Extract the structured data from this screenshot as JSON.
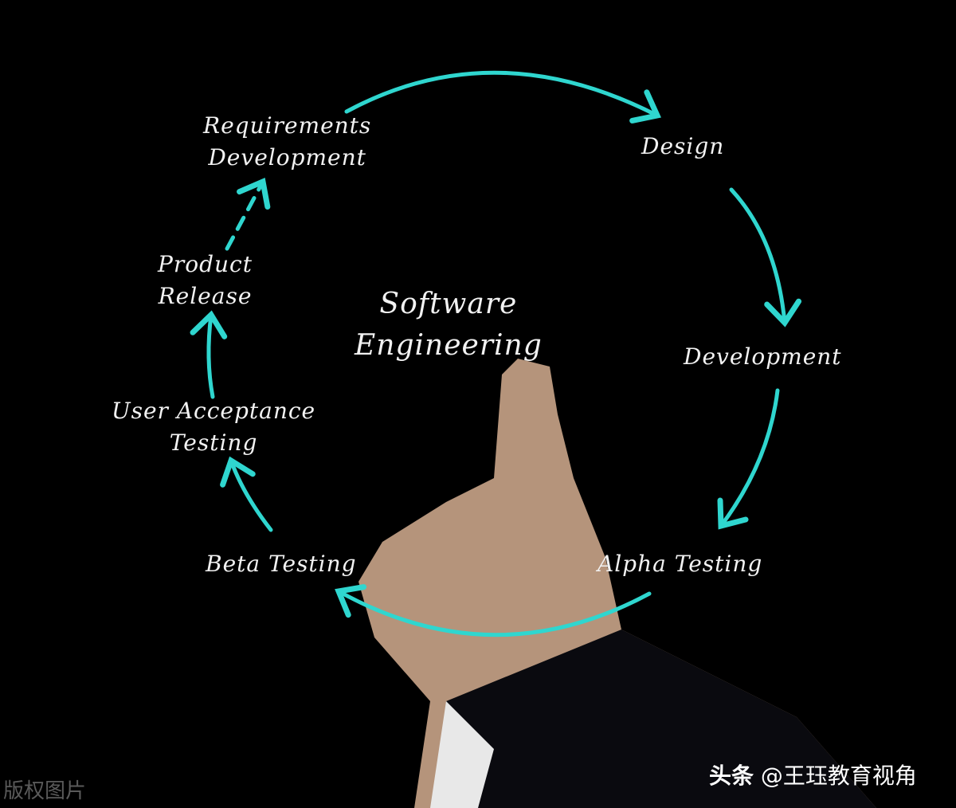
{
  "diagram": {
    "title_line1": "Software",
    "title_line2": "Engineering",
    "accent_color": "#2fd6cf",
    "nodes": [
      {
        "id": "requirements",
        "line1": "Requirements",
        "line2": "Development"
      },
      {
        "id": "design",
        "line1": "Design"
      },
      {
        "id": "development",
        "line1": "Development"
      },
      {
        "id": "alpha",
        "line1": "Alpha Testing"
      },
      {
        "id": "beta",
        "line1": "Beta Testing"
      },
      {
        "id": "uat",
        "line1": "User Acceptance",
        "line2": "Testing"
      },
      {
        "id": "release",
        "line1": "Product",
        "line2": "Release"
      }
    ],
    "edges": [
      {
        "from": "requirements",
        "to": "design"
      },
      {
        "from": "design",
        "to": "development"
      },
      {
        "from": "development",
        "to": "alpha"
      },
      {
        "from": "alpha",
        "to": "beta"
      },
      {
        "from": "beta",
        "to": "uat"
      },
      {
        "from": "uat",
        "to": "release"
      },
      {
        "from": "release",
        "to": "requirements",
        "style": "dashed"
      }
    ]
  },
  "watermarks": {
    "left": "版权图片",
    "right_brand": "头条",
    "right_handle": "@王珏教育视角"
  }
}
